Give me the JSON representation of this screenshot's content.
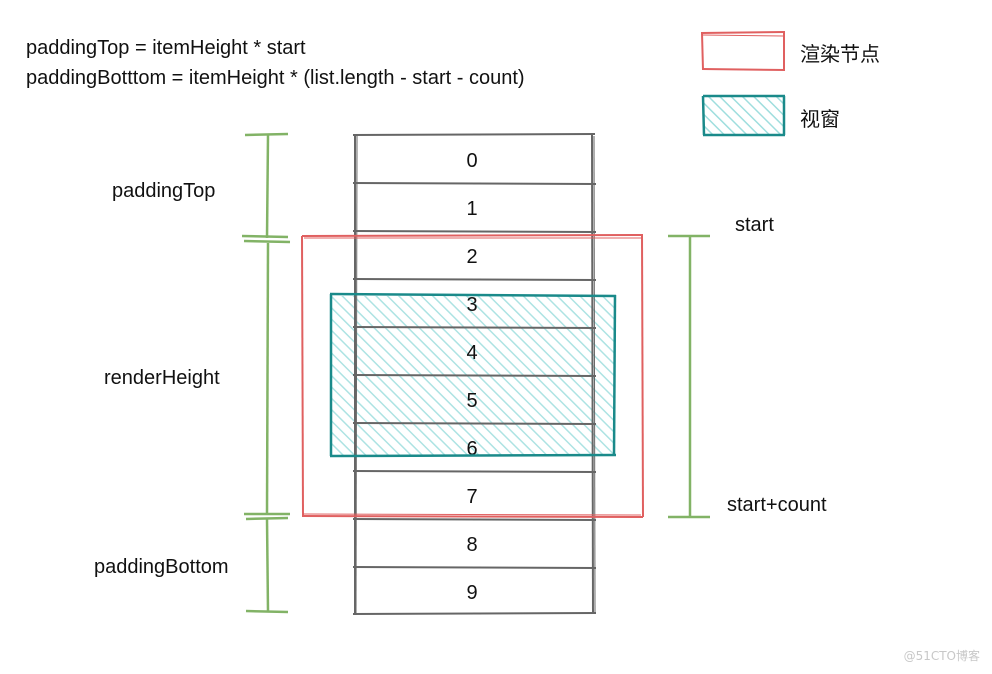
{
  "formulas": {
    "padding_top": "paddingTop = itemHeight * start",
    "padding_bottom": "paddingBotttom = itemHeight * (list.length - start - count)"
  },
  "legend": {
    "render_nodes": {
      "label": "渲染节点",
      "color": "#e06060"
    },
    "viewport": {
      "label": "视窗",
      "color": "#1a8a8a",
      "fill": "#bfe9e9"
    }
  },
  "labels": {
    "padding_top": "paddingTop",
    "render_height": "renderHeight",
    "padding_bottom": "paddingBottom",
    "start": "start",
    "start_count": "start+count"
  },
  "list_items": [
    "0",
    "1",
    "2",
    "3",
    "4",
    "5",
    "6",
    "7",
    "8",
    "9"
  ],
  "colors": {
    "list_stroke": "#666666",
    "bracket": "#82b366",
    "render_box": "#e06060",
    "viewport_stroke": "#1a8a8a",
    "viewport_hatch": "#9fdede"
  },
  "watermark": "@51CTO博客"
}
